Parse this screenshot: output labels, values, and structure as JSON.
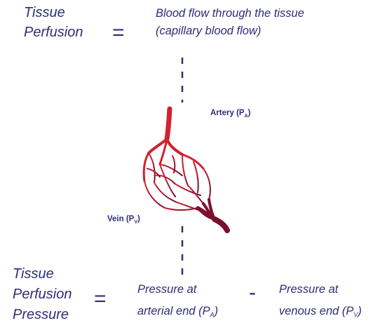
{
  "top": {
    "term_line1": "Tissue",
    "term_line2": "Perfusion",
    "equals": "=",
    "desc_line1": "Blood flow through the tissue",
    "desc_line2": "(capillary blood flow)"
  },
  "labels": {
    "artery": "Artery (P",
    "artery_sub": "A",
    "artery_close": ")",
    "vein": "Vein (P",
    "vein_sub": "V",
    "vein_close": ")"
  },
  "bottom": {
    "term_line1": "Tissue",
    "term_line2": "Perfusion",
    "term_line3": "Pressure",
    "equals": "=",
    "minus": "-",
    "arterial_line1": "Pressure at",
    "arterial_line2": "arterial end (P",
    "arterial_sub": "A",
    "arterial_close": ")",
    "venous_line1": "Pressure at",
    "venous_line2": "venous end (P",
    "venous_sub": "V",
    "venous_close": ")"
  },
  "colors": {
    "text": "#2e2d7a",
    "artery": "#d4202f",
    "vein": "#7a0f2e"
  }
}
